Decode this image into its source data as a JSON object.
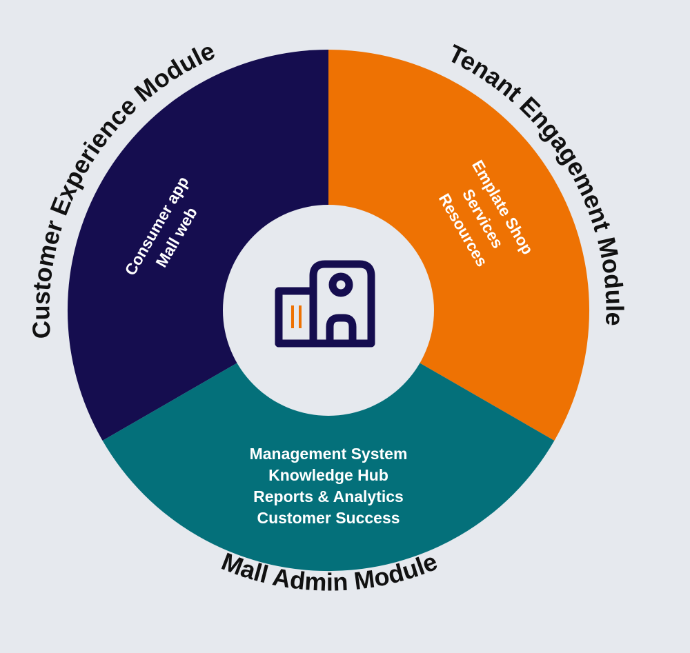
{
  "colors": {
    "background": "#e6e9ee",
    "customer_segment": "#150d4f",
    "tenant_segment": "#ee7203",
    "admin_segment": "#04707a",
    "center_circle": "#e6e9ee",
    "icon_stroke": "#150d4f",
    "icon_accent": "#ee7203",
    "module_label": "#111111",
    "segment_text": "#ffffff"
  },
  "center_icon": "building-icon",
  "modules": {
    "customer": {
      "label": "Customer Experience Module",
      "items": [
        "Consumer app",
        "Mall web"
      ]
    },
    "tenant": {
      "label": "Tenant Engagement Module",
      "items": [
        "Emplate Shop",
        "Services",
        "Resources"
      ]
    },
    "admin": {
      "label": "Mall Admin Module",
      "items": [
        "Management System",
        "Knowledge Hub",
        "Reports & Analytics",
        "Customer Success"
      ]
    }
  }
}
